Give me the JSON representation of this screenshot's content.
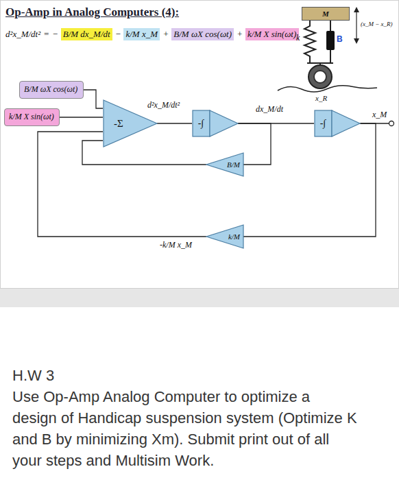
{
  "diagram": {
    "title": "Op-Amp in Analog Computers (4):",
    "nodes": [
      {
        "text": [
          "B/M dx_M/dt"
        ]
      },
      {
        "text": [
          "k/M x_M"
        ]
      },
      {
        "text": [
          "B/M ωX cos(ωt)"
        ]
      },
      {
        "text": [
          "k/M X sin(ωt)"
        ]
      },
      {
        "text": [
          "M"
        ]
      },
      {
        "text": [
          "B/M ωX cos(ωt)"
        ]
      },
      {
        "text": [
          "k/M X sin(ωt)"
        ]
      },
      {
        "text": [
          "-Σ"
        ]
      },
      {
        "text": [
          "-∫"
        ]
      },
      {
        "text": [
          "-∫"
        ]
      },
      {
        "text": [
          "B/M"
        ]
      },
      {
        "text": [
          "k/M"
        ]
      },
      {
        "text": [
          "H.W 3",
          "Use Op-Amp Analog Computer to optimize a design of Handicap suspension system (Optimize K and B by minimizing Xm). Submit print out of all your steps and Multisim Work."
        ]
      }
    ],
    "edges": [
      {
        "from": 5,
        "to": 7,
        "arrow": "none"
      },
      {
        "from": 6,
        "to": 7,
        "arrow": "none"
      },
      {
        "from": 7,
        "to": 8,
        "label": "d²x_M/dt²",
        "arrow": "none"
      },
      {
        "from": 8,
        "to": 9,
        "label": "dx_M/dt",
        "arrow": "none"
      },
      {
        "from": 8,
        "to": 10,
        "arrow": "none"
      },
      {
        "from": 10,
        "to": 7,
        "arrow": "none"
      },
      {
        "from": 9,
        "to": 11,
        "arrow": "none"
      },
      {
        "from": 11,
        "to": 7,
        "label": "-k/M x_M",
        "arrow": "none"
      }
    ],
    "labels": [
      "d²x_M/dt²",
      "=",
      "−",
      "−",
      "+",
      "+",
      "k",
      "B",
      "(x_M − x_R)",
      "x_R",
      "x_M"
    ]
  }
}
